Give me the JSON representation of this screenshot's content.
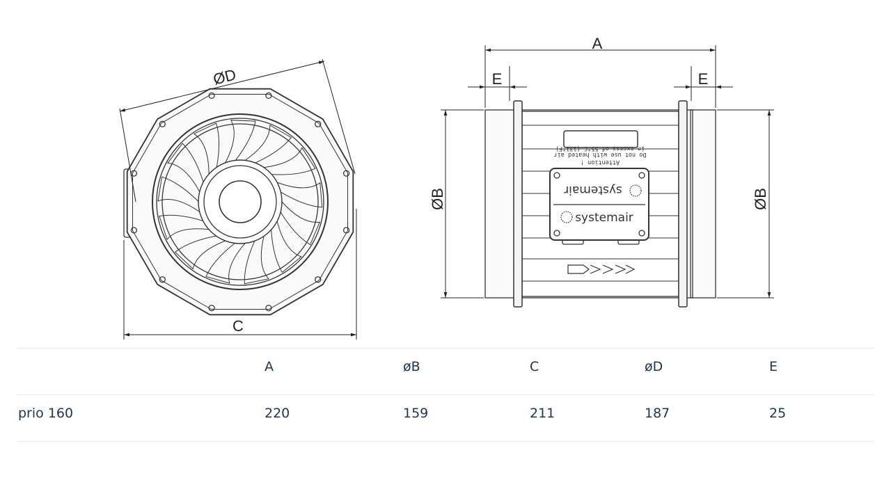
{
  "drawing": {
    "front_view": {
      "dim_diameter": "ØD",
      "dim_width": "C"
    },
    "side_view": {
      "dim_length": "A",
      "dim_flange_left": "E",
      "dim_flange_right": "E",
      "dim_diameter_left": "ØB",
      "dim_diameter_right": "ØB",
      "label_lines": [
        "Attention !",
        "Do not use with heated air",
        "in excess of 55°C (131°F)"
      ],
      "brand_logo": "systemair"
    }
  },
  "table": {
    "headers": [
      "",
      "A",
      "øB",
      "C",
      "øD",
      "E"
    ],
    "rows": [
      [
        "prio 160",
        "220",
        "159",
        "211",
        "187",
        "25"
      ]
    ]
  }
}
